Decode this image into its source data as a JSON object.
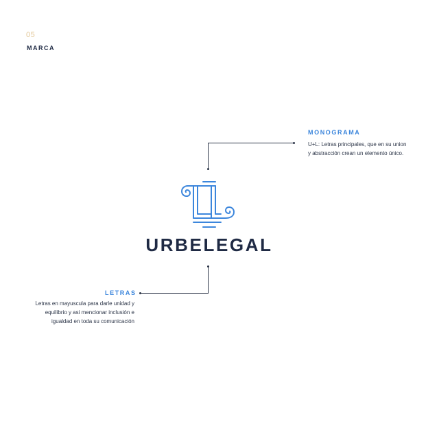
{
  "header": {
    "page_number": "05",
    "section": "MARCA"
  },
  "brand": {
    "wordmark": "URBELEGAL",
    "monogram_icon": "column-monogram-icon"
  },
  "callouts": {
    "monograma": {
      "title": "MONOGRAMA",
      "line1": "U+L: Letras principales, que en su union",
      "line2": "y abstracción crean un elemento único."
    },
    "letras": {
      "title": "LETRAS",
      "line1": "Letras en mayuscula para darle unidad y",
      "line2": "equilibrio y asi mencionar inclusión e",
      "line3": "igualdad en toda su comunicación"
    }
  },
  "colors": {
    "accent_blue": "#3c86dc",
    "navy": "#1f2a44",
    "page_number_gold": "#e3c89a",
    "background": "#ffffff"
  }
}
